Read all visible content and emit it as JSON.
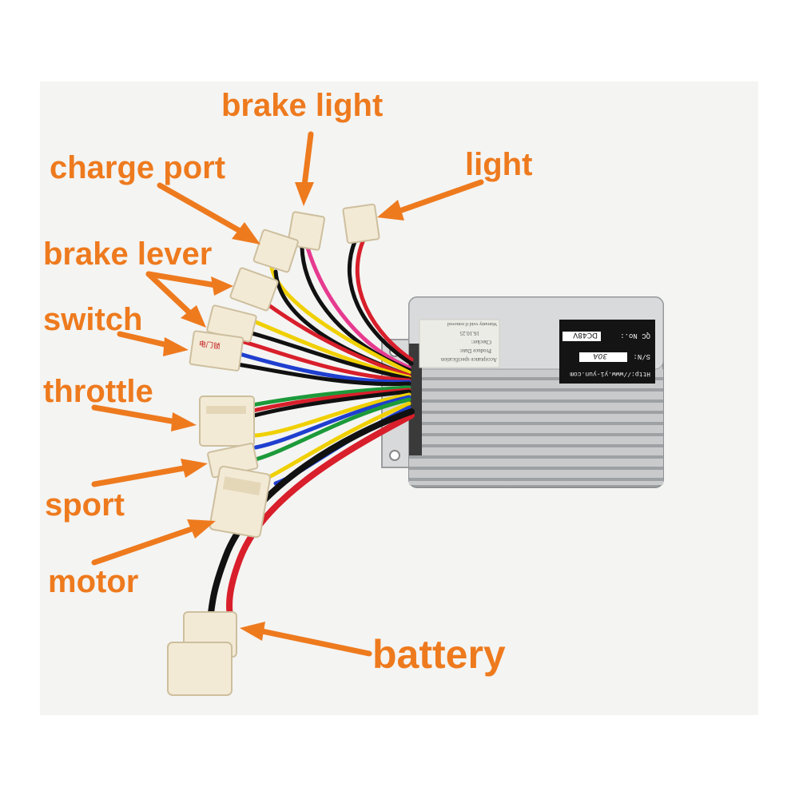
{
  "labels": {
    "brake_light": "brake light",
    "charge_port": "charge port",
    "light": "light",
    "brake_lever": "brake lever",
    "switch": "switch",
    "throttle": "throttle",
    "sport": "sport",
    "motor": "motor",
    "battery": "battery"
  },
  "controller": {
    "plate_url": "Http://www.yi-yun.com",
    "serial_prefix": "S/N:",
    "serial_value": "30A",
    "qc_prefix": "QC No.:",
    "voltage": "DC48V",
    "sticker_line1": "Acceptance specification",
    "sticker_line2": "Produce Date:",
    "sticker_line3": "Checker:",
    "sticker_line4": "16.10.25",
    "sticker_line5": "Warranty void if removed"
  },
  "plug_marks": {
    "switch_plug": "电门锁"
  },
  "colors": {
    "label_orange": "#ee7a1e",
    "background": "#f4f4f2",
    "aluminum": "#c9cbcd"
  }
}
